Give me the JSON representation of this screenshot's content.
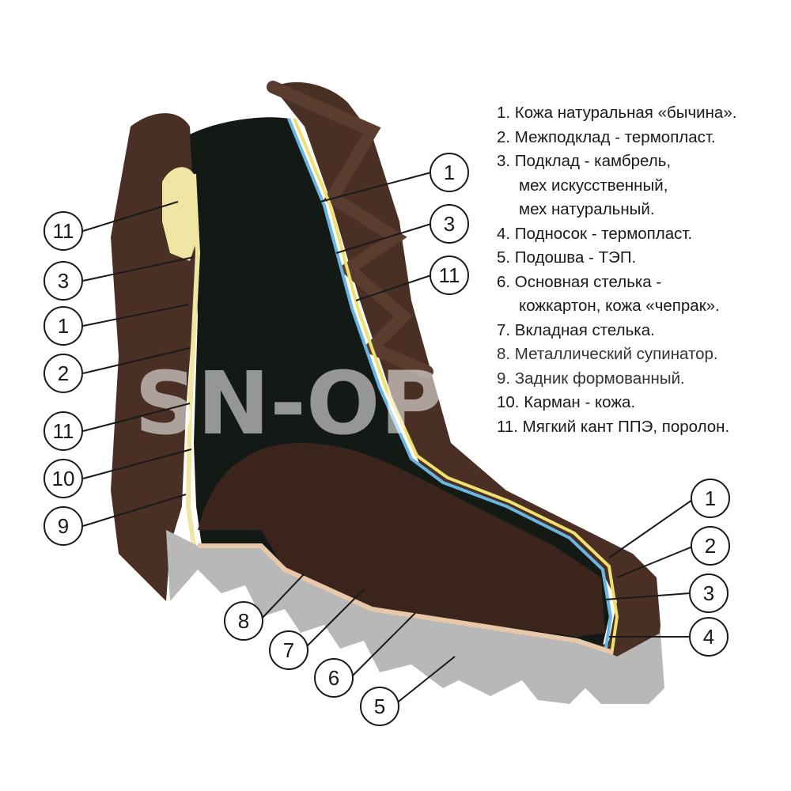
{
  "legend": [
    "1. Кожа натуральная «бычина».",
    "2. Межподклад - термопласт.",
    "3. Подклад - камбрель,",
    "мех искусственный,",
    "мех натуральный.",
    "4. Подносок - термопласт.",
    "5. Подошва - ТЭП.",
    "6. Основная стелька -",
    "кожкартон, кожа «чепрак».",
    "7. Вкладная стелька.",
    "8. Металлический супинатор.",
    "9. Задник формованный.",
    "10. Карман - кожа.",
    "11. Мягкий кант ППЭ, поролон."
  ],
  "callouts": {
    "left": [
      "11",
      "3",
      "1",
      "2",
      "11",
      "10",
      "9"
    ],
    "right_top": [
      "1",
      "3",
      "11"
    ],
    "right_toe": [
      "1",
      "2",
      "3",
      "4"
    ],
    "bottom": [
      "8",
      "7",
      "6",
      "5"
    ]
  },
  "watermark": "SN-OP",
  "colors": {
    "leather": "#4a2f24",
    "leather_dark": "#2e1c15",
    "lining": "#131a16",
    "sole": "#b8b8b8",
    "insole": "#e8c8a8",
    "foam": "#efe6a4",
    "layer_blue": "#6ab6e0",
    "layer_yellow": "#f0e070"
  }
}
